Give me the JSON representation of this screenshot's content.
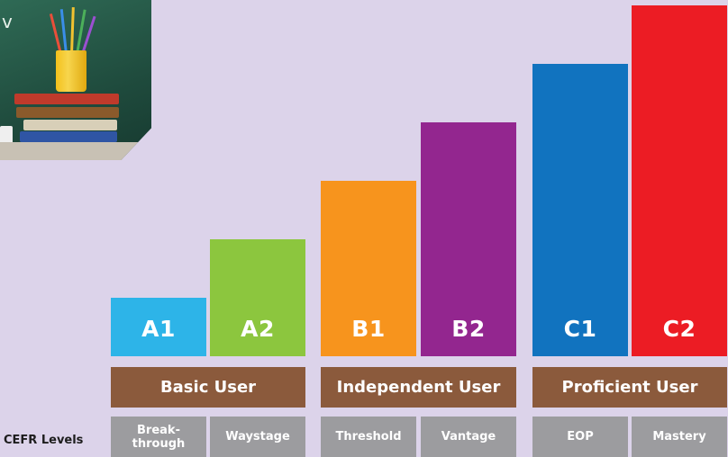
{
  "chart_data": {
    "type": "bar",
    "title": "",
    "axis_label": "CEFR Levels",
    "ylim": [
      0,
      8
    ],
    "categories": [
      "A1",
      "A2",
      "B1",
      "B2",
      "C1",
      "C2"
    ],
    "values": [
      1,
      2,
      3,
      4,
      5,
      6
    ],
    "colors": [
      "#2db4e8",
      "#8cc63e",
      "#f7941d",
      "#93268f",
      "#1173bf",
      "#ec1c24"
    ],
    "groups": [
      {
        "name": "Basic User",
        "members": [
          "A1",
          "A2"
        ]
      },
      {
        "name": "Independent User",
        "members": [
          "B1",
          "B2"
        ]
      },
      {
        "name": "Proficient User",
        "members": [
          "C1",
          "C2"
        ]
      }
    ],
    "sublabels": [
      "Break-\nthrough",
      "Waystage",
      "Threshold",
      "Vantage",
      "EOP",
      "Mastery"
    ]
  },
  "colors": {
    "background": "#dcd3ea",
    "group_band": "#8b5a3c",
    "sub_band": "#9c9c9f"
  },
  "photo": {
    "icon": "pencil-cup-books-photo"
  }
}
